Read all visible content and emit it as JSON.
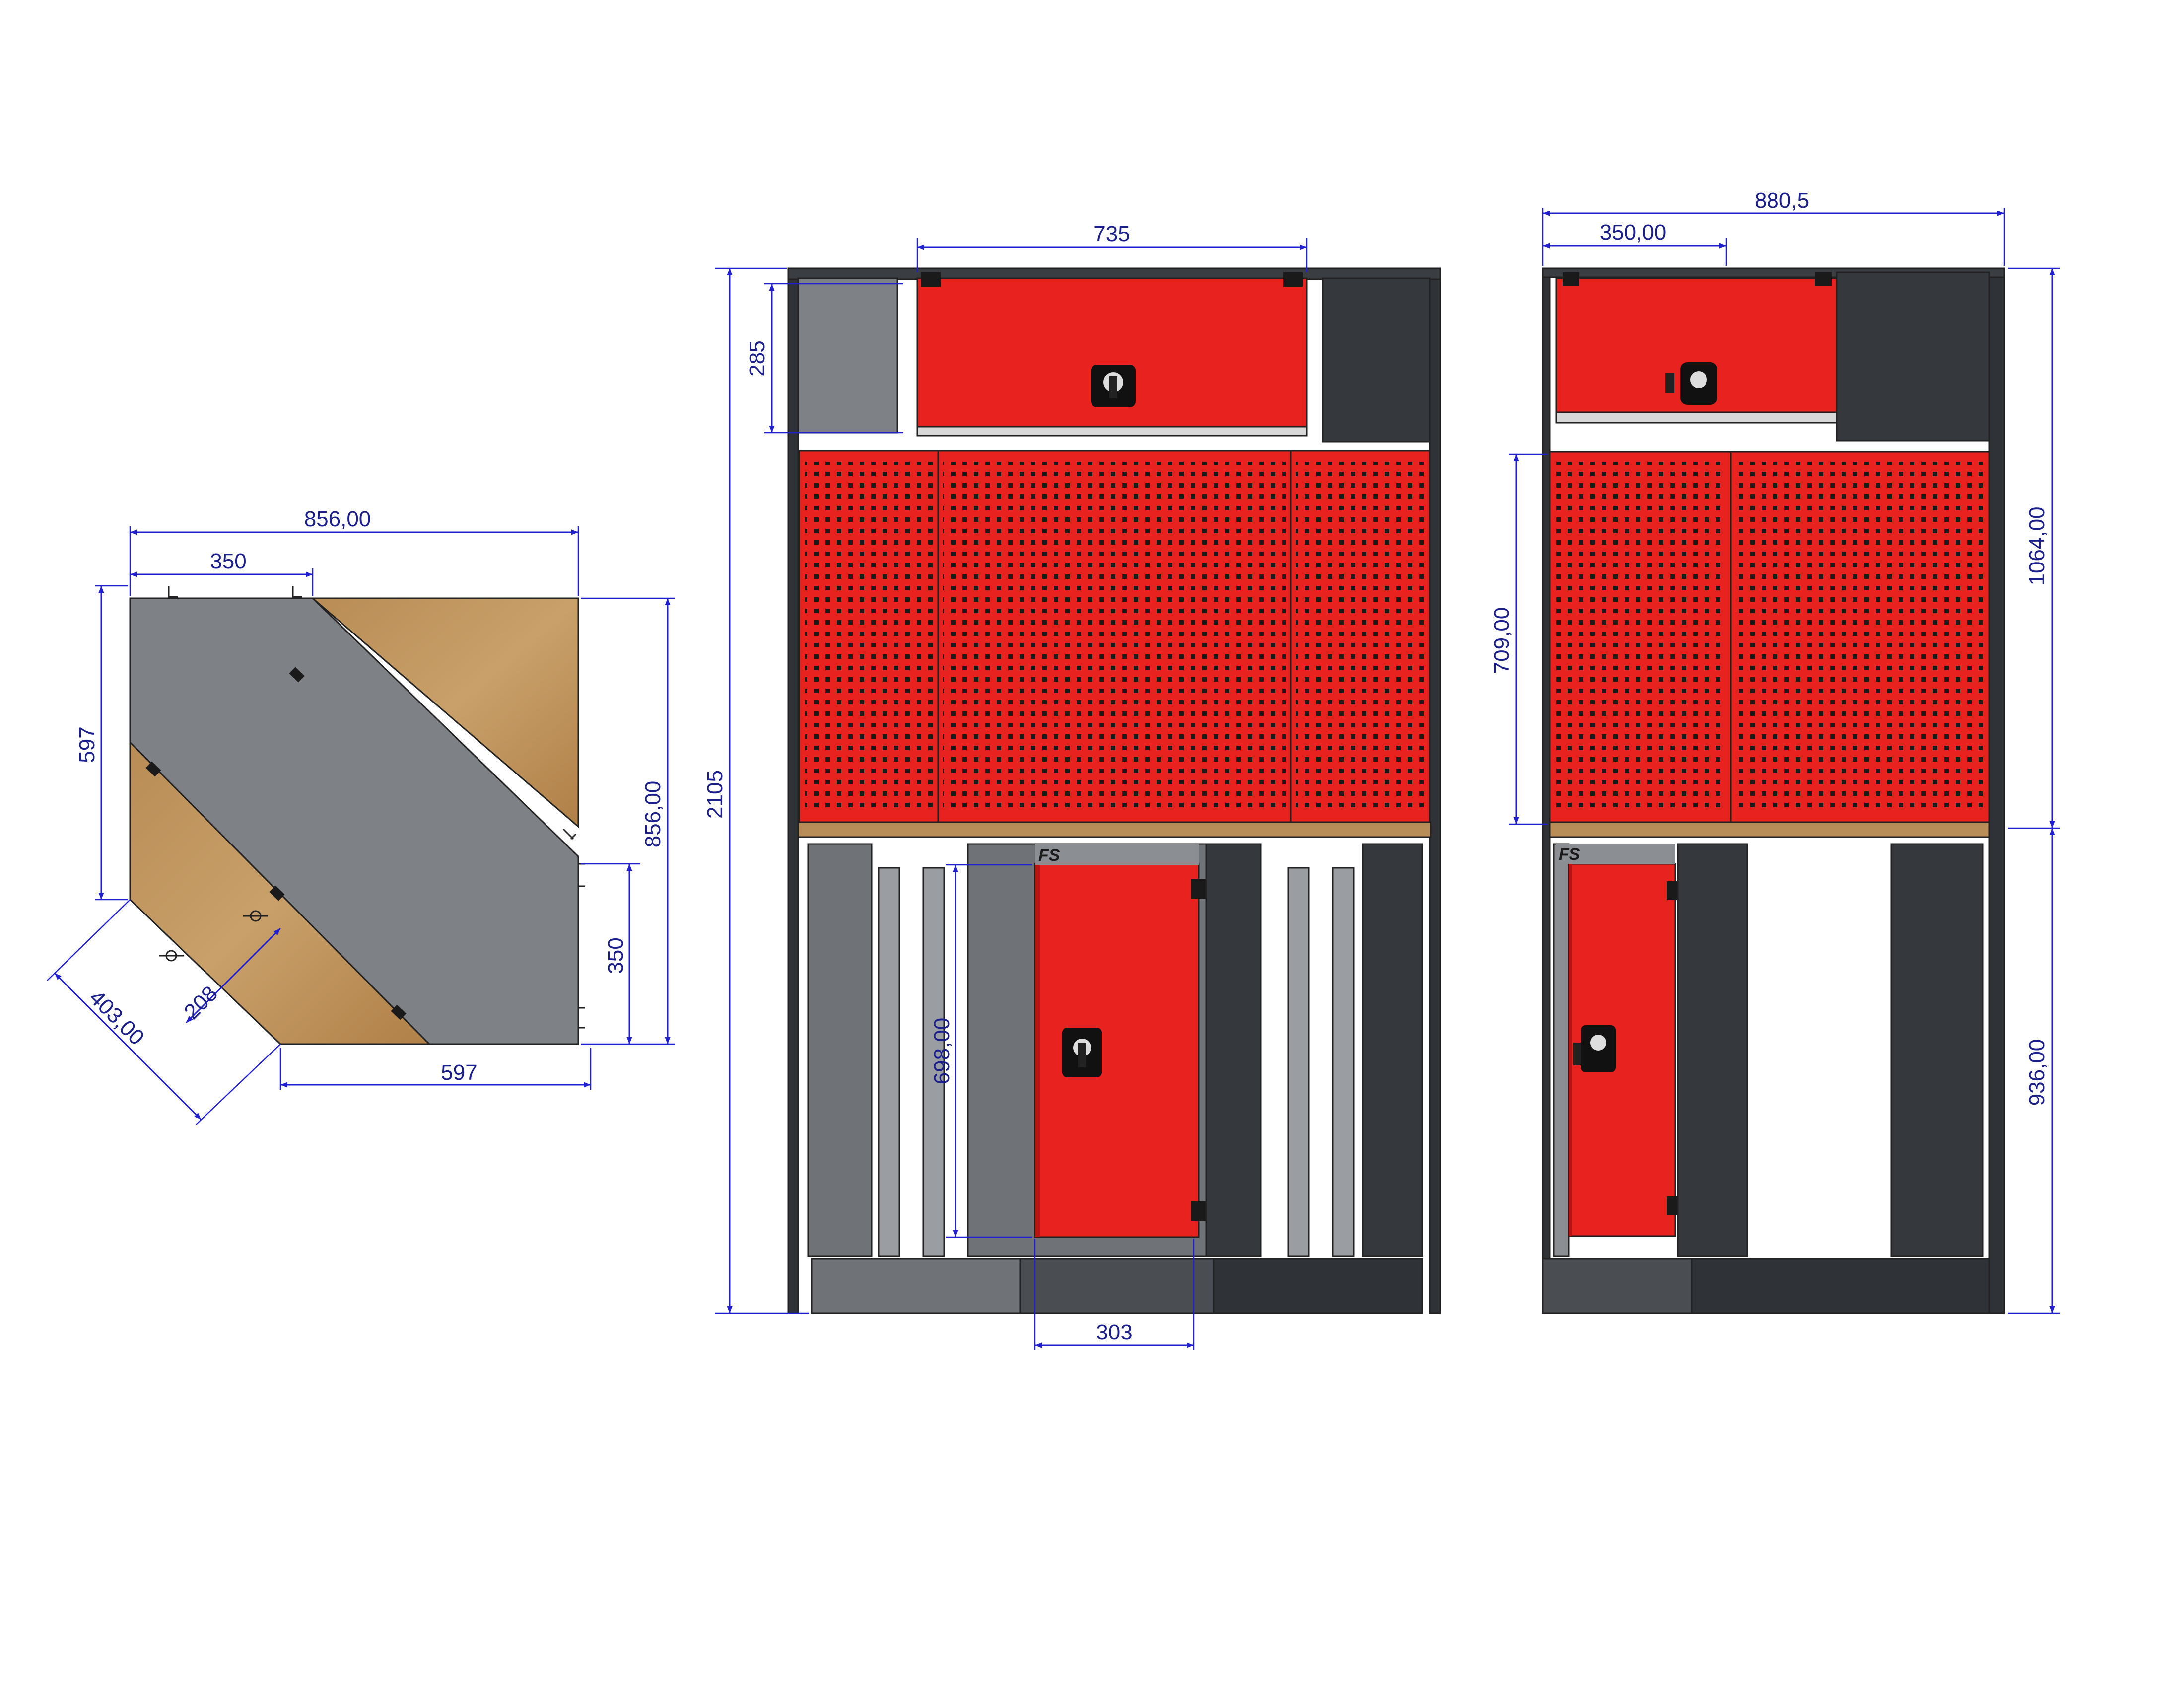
{
  "colors": {
    "dimension": "#2020d0",
    "dimension_text": "#1a1f8c",
    "cabinet_red": "#e8231f",
    "cabinet_red_dark": "#b51512",
    "frame_gray": "#6f7276",
    "frame_dark": "#2f3236",
    "light_gray": "#8b8f94",
    "wood": "#b88d57",
    "wood_light": "#c9a16b",
    "panel_gray": "#7e8186"
  },
  "logos": {
    "center": "FS",
    "right": "FS"
  },
  "plan_view": {
    "dims": {
      "top_width": "856,00",
      "top_inner": "350",
      "left_height": "597",
      "right_height": "856,00",
      "right_inner": "350",
      "diag_small": "208",
      "diag_large": "403,00",
      "bottom_width": "597"
    }
  },
  "front_view_center": {
    "dims": {
      "top_cabinet_width": "735",
      "top_cabinet_height": "285",
      "total_height": "2105",
      "door_height": "698,00",
      "door_width": "303"
    }
  },
  "front_view_right": {
    "dims": {
      "overall_width": "880,5",
      "cabinet_width": "350,00",
      "upper_height": "1064,00",
      "pegboard_height": "709,00",
      "lower_height": "936,00"
    }
  }
}
